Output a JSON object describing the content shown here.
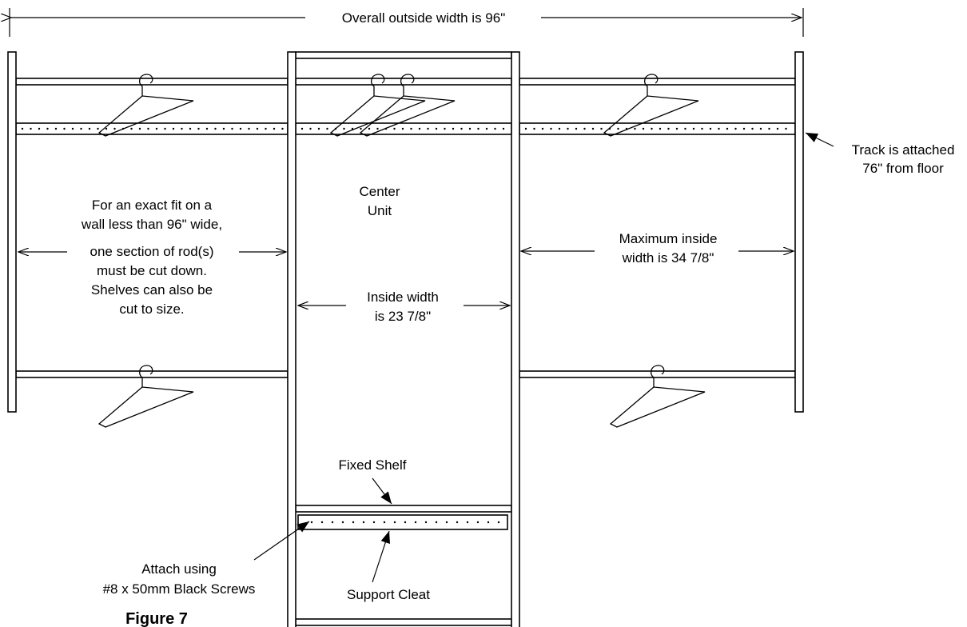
{
  "labels": {
    "overall_width": "Overall outside width is 96\"",
    "track_line1": "Track is attached",
    "track_line2": "76\" from floor",
    "exact_fit": [
      "For an exact fit on a",
      "wall less than 96\" wide,",
      "one section of rod(s)",
      "must be cut down.",
      "Shelves can also be",
      "cut to size."
    ],
    "center_unit": [
      "Center",
      "Unit"
    ],
    "inside_width": [
      "Inside width",
      "is 23 7/8\""
    ],
    "max_inside": [
      "Maximum inside",
      "width is 34 7/8\""
    ],
    "fixed_shelf": "Fixed Shelf",
    "attach": [
      "Attach using",
      "#8 x 50mm Black Screws"
    ],
    "support_cleat": "Support Cleat",
    "figure": "Figure 7"
  }
}
